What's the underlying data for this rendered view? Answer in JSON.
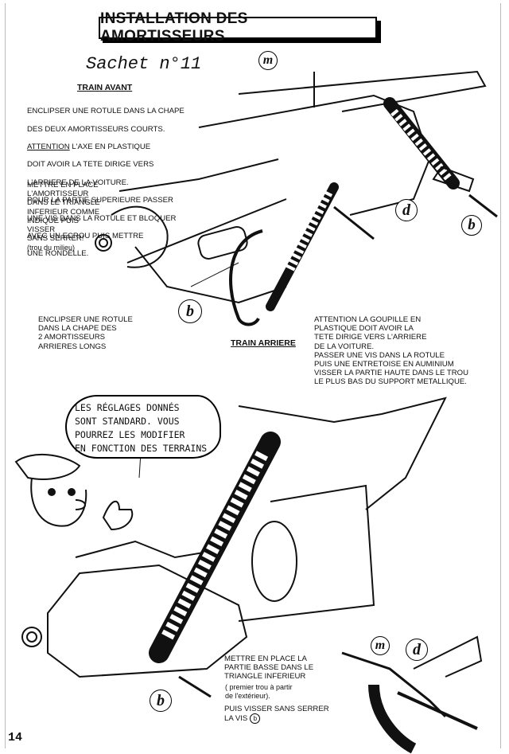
{
  "title": "INSTALLATION DES AMORTISSEURS",
  "sachet": "Sachet n°11",
  "train_avant": {
    "heading": "TRAIN AVANT",
    "line1": "ENCLIPSER UNE ROTULE DANS LA CHAPE",
    "line2": "DES DEUX AMORTISSEURS COURTS.",
    "attention_word": "ATTENTION",
    "attention_rest": " L'AXE EN PLASTIQUE",
    "line4": "DOIT AVOIR LA TETE DIRIGE VERS",
    "line5": "L'ARRIERE DE LA VOITURE.",
    "line6": "POUR LA PARTIE SUPERIEURE PASSER",
    "line7": "UNE VIS DANS LA ROTULE ET BLOQUER",
    "line8": "AVEC UN ECROU PUIS METTRE",
    "line9": "UNE RONDELLE.",
    "mettre_lines": "METTRE EN PLACE\nL'AMORTISSEUR\nDANS LE  TRIANGLE\nINFERIEUR  COMME\nINDIQUE PUIS\nVISSER\nSANS SERRER!",
    "trou": "(trou du milieu)"
  },
  "enclipser_longs": "ENCLIPSER UNE ROTULE\nDANS LA CHAPE DES\n2 AMORTISSEURS\nARRIERES LONGS",
  "train_arriere": {
    "heading": "TRAIN ARRIERE",
    "text": "ATTENTION LA GOUPILLE EN\nPLASTIQUE DOIT AVOIR LA\nTETE DIRIGE VERS L'ARRIERE\nDE LA VOITURE.\nPASSER UNE VIS DANS LA ROTULE\nPUIS UNE ENTRETOISE EN AUMINIUM\nVISSER LA PARTIE HAUTE DANS LE TROU\nLE PLUS BAS DU SUPPORT METALLIQUE."
  },
  "bubble": "LES RÉGLAGES DONNÉS\nSONT STANDARD. VOUS\nPOURREZ LES MODIFIER\nEN FONCTION DES TERRAINS",
  "bas": {
    "lines": "METTRE EN PLACE LA\nPARTIE BASSE DANS LE\nTRIANGLE INFERIEUR",
    "premier": "( premier  trou à partir\nde l'extérieur).",
    "puis": "PUIS VISSER SANS SERRER",
    "lavis": "LA VIS",
    "lavis_ref": "b"
  },
  "labels": {
    "m1": "m",
    "d1": "d",
    "b1": "b",
    "b2": "b",
    "b3": "b",
    "m2": "m",
    "d2": "d"
  },
  "page_number": "14"
}
